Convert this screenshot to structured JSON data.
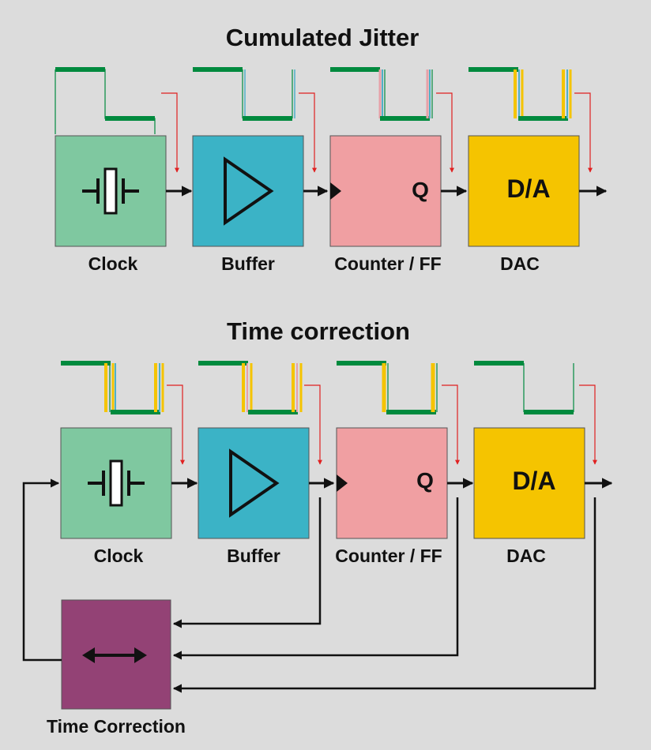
{
  "sections": [
    {
      "title": "Cumulated Jitter",
      "blocks": [
        {
          "label": "Clock",
          "inner": "",
          "color": "#7fc8a0",
          "icon": "crystal-oscillator-icon"
        },
        {
          "label": "Buffer",
          "inner": "",
          "color": "#3bb3c6",
          "icon": "buffer-triangle-icon"
        },
        {
          "label": "Counter / FF",
          "inner": "Q",
          "color": "#f09fa2",
          "icon": "clock-input-icon"
        },
        {
          "label": "DAC",
          "inner": "D/A",
          "color": "#f5c400",
          "icon": ""
        }
      ]
    },
    {
      "title": "Time correction",
      "blocks": [
        {
          "label": "Clock",
          "inner": "",
          "color": "#7fc8a0",
          "icon": "crystal-oscillator-icon"
        },
        {
          "label": "Buffer",
          "inner": "",
          "color": "#3bb3c6",
          "icon": "buffer-triangle-icon"
        },
        {
          "label": "Counter / FF",
          "inner": "Q",
          "color": "#f09fa2",
          "icon": "clock-input-icon"
        },
        {
          "label": "DAC",
          "inner": "D/A",
          "color": "#f5c400",
          "icon": ""
        }
      ]
    }
  ],
  "correction": {
    "label": "Time Correction",
    "color": "#934275",
    "icon": "double-arrow-icon"
  },
  "colors": {
    "background": "#dcdcdc",
    "signal": "#008a3e",
    "jitter_blue": "#4fb0c8",
    "jitter_yellow": "#f5c400",
    "jitter_pink": "#e8a0a8",
    "marker": "#e02020",
    "arrow": "#111111"
  }
}
